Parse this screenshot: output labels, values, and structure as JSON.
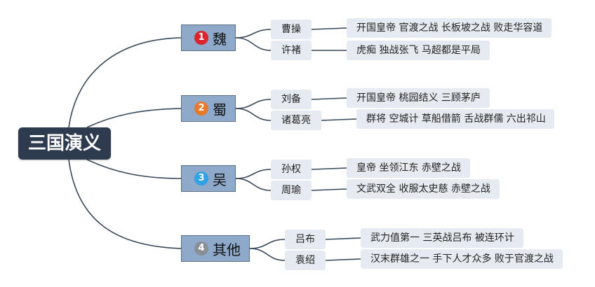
{
  "root": {
    "label": "三国演义"
  },
  "colors": {
    "line": "#38475a",
    "root_bg": "#2e3b4e",
    "branch_bg": "#8ea9c9",
    "leaf_bg": "#e6ebf2"
  },
  "branches": [
    {
      "number": "1",
      "label": "魏",
      "badge_color": "#d9252b",
      "people": [
        {
          "name": "曹操",
          "desc": "开国皇帝 官渡之战 长板坡之战 败走华容道"
        },
        {
          "name": "许褚",
          "desc": "虎痴 独战张飞 马超都是平局"
        }
      ]
    },
    {
      "number": "2",
      "label": "蜀",
      "badge_color": "#e8782a",
      "people": [
        {
          "name": "刘备",
          "desc": "开国皇帝 桃园结义 三顾茅庐"
        },
        {
          "name": "诸葛亮",
          "desc": "群将 空城计 草船借箭 舌战群儒 六出祁山"
        }
      ]
    },
    {
      "number": "3",
      "label": "吴",
      "badge_color": "#2fa3e6",
      "people": [
        {
          "name": "孙权",
          "desc": "皇帝 坐领江东 赤壁之战"
        },
        {
          "name": "周瑜",
          "desc": "文武双全 收服太史慈 赤壁之战"
        }
      ]
    },
    {
      "number": "4",
      "label": "其他",
      "badge_color": "#8a8f96",
      "people": [
        {
          "name": "吕布",
          "desc": "武力值第一 三英战吕布 被连环计"
        },
        {
          "name": "袁绍",
          "desc": "汉末群雄之一 手下人才众多 败于官渡之战"
        }
      ]
    }
  ]
}
